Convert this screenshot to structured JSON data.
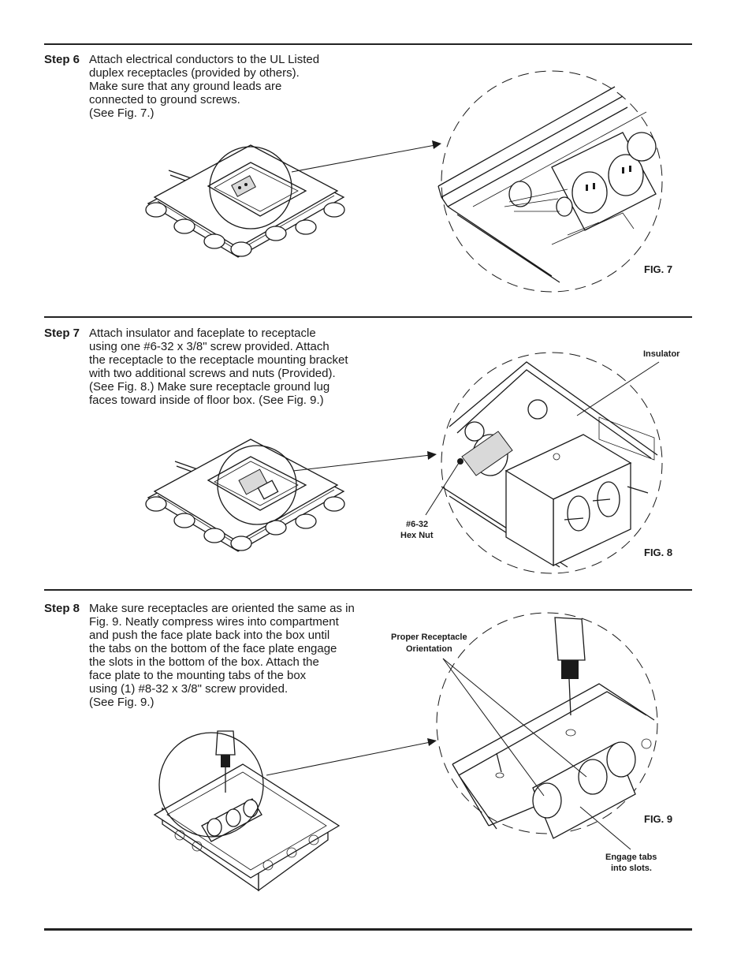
{
  "steps": [
    {
      "label": "Step 6",
      "lines": [
        "Attach electrical conductors to the UL Listed",
        "duplex receptacles (provided by others).",
        "Make sure that any ground leads are",
        "connected to ground screws.",
        "(See Fig. 7.)"
      ],
      "figure": "FIG. 7"
    },
    {
      "label": "Step 7",
      "lines": [
        "Attach insulator and faceplate to receptacle",
        "using one #6-32 x 3/8\" screw provided. Attach",
        "the receptacle to the receptacle mounting bracket",
        "with two additional screws and nuts (Provided).",
        "(See Fig. 8.) Make sure receptacle ground lug",
        "faces toward inside of floor box. (See Fig. 9.)"
      ],
      "figure": "FIG. 8",
      "callouts": {
        "insulator": "Insulator",
        "hexnut_1": "#6-32",
        "hexnut_2": "Hex Nut"
      }
    },
    {
      "label": "Step 8",
      "lines": [
        "Make sure receptacles are oriented the same as in",
        "Fig. 9. Neatly compress wires into compartment",
        "and push the face plate back into the box until",
        "the tabs on the bottom of the face plate engage",
        "the slots in the bottom of the box. Attach the",
        "face plate to the mounting tabs of the box",
        "using (1) #8-32 x 3/8\" screw provided.",
        "(See Fig. 9.)"
      ],
      "figure": "FIG. 9",
      "callouts": {
        "orientation_1": "Proper Receptacle",
        "orientation_2": "Orientation",
        "tabs_1": "Engage tabs",
        "tabs_2": "into slots."
      }
    }
  ]
}
